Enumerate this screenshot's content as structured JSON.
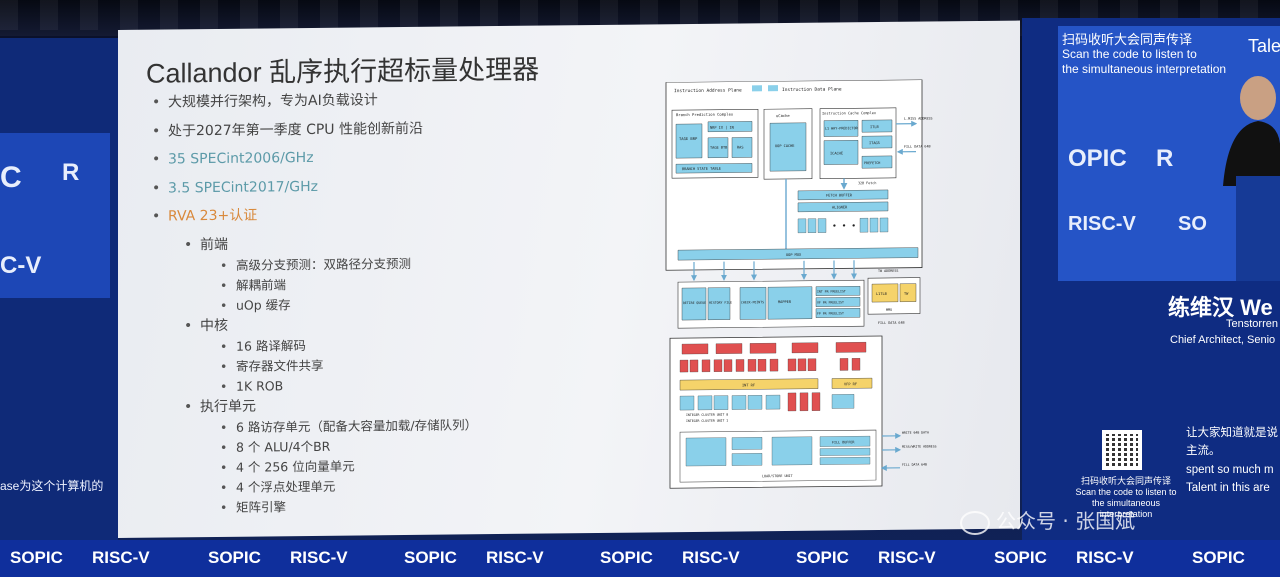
{
  "slide": {
    "title": "Callandor 乱序执行超标量处理器",
    "bullets": [
      {
        "text": "大规模并行架构，专为AI负载设计",
        "style": "normal"
      },
      {
        "text": "处于2027年第一季度 CPU 性能创新前沿",
        "style": "normal"
      },
      {
        "text": "35 SPECint2006/GHz",
        "style": "teal"
      },
      {
        "text": "3.5 SPECint2017/GHz",
        "style": "teal"
      },
      {
        "text": "RVA 23+认证",
        "style": "orange"
      }
    ],
    "sections": [
      {
        "heading": "前端",
        "items": [
          "高级分支预测：双路径分支预测",
          "解耦前端",
          "uOp 缓存"
        ]
      },
      {
        "heading": "中核",
        "items": [
          "16 路译解码",
          "寄存器文件共享",
          "1K ROB"
        ]
      },
      {
        "heading": "执行单元",
        "items": [
          "6 路访存单元（配备大容量加载/存储队列）",
          "8 个 ALU/4个BR",
          "4 个 256 位向量单元",
          "4 个浮点处理单元",
          "矩阵引擎"
        ]
      }
    ],
    "diagram": {
      "labels": {
        "inst_addr_plane": "Instruction Address Plane",
        "inst_data_plane": "Instruction Data Plane",
        "bp_complex": "Branch Prediction Complex",
        "tage": "TAGE BRP",
        "nrp": "NRP IX | IN",
        "tage_btb": "TAGE BTB",
        "ras": "RAS",
        "bst": "BRANCH STATE TABLE",
        "ucache": "uCache",
        "uop_cache": "UOP CACHE",
        "ic_complex": "Instruction Cache Complex",
        "l1_predictor": "L1 WAY-PREDICTOR",
        "itlb": "ITLB",
        "icache": "ICACHE",
        "itags": "ITAGS",
        "prefetch": "PREFETCH",
        "miss_address": "L.MISS ADDRESS",
        "fill_data": "FILL DATA 64B",
        "fetch_32b": "32B Fetch",
        "fetch_buffer": "FETCH BUFFER",
        "aligner": "ALIGNER",
        "uop_mux": "UOP MUX",
        "retire_queue": "RETIRE QUEUE",
        "history_file": "HISTORY FILE",
        "checkpoints": "CHECK-POINTS",
        "mapper": "MAPPER",
        "int_freelist": "INT PR FREELIST",
        "vf_freelist": "VF PR FREELIST",
        "fp_freelist": "FP PR FREELIST",
        "l1tlb": "L1TLB",
        "tw": "TW",
        "mmu": "MMU",
        "tw_address": "TW ADDRESS",
        "fill_64b": "FILL DATA 64B",
        "int_rf": "INT RF",
        "vfp_rf": "VFP RF",
        "int_cluster0": "INTEGER CLUSTER UNIT 0",
        "int_cluster1": "INTEGER CLUSTER UNIT 1",
        "fill_buffer": "FILL BUFFER",
        "lsu": "LOAD/STORE UNIT",
        "write_data": "WRITE 64B DATA",
        "miss_write": "MISS/WRITE ADDRESS"
      }
    }
  },
  "left_screen": {
    "subtitle": "ase为这个计算机的"
  },
  "right_screen": {
    "scan_zh": "扫码收听大会同声传译",
    "scan_en_1": "Scan the code to listen to",
    "scan_en_2": "the simultaneous interpretation",
    "tale": "Tale",
    "speaker_name": "练维汉 We",
    "speaker_org": "Tenstorren",
    "speaker_role": "Chief Architect,  Senio",
    "scan_bottom_zh": "扫码收听大会同声传译",
    "scan_bottom_en_1": "Scan the code to listen to",
    "scan_bottom_en_2": "the simultaneous interpretation",
    "subtitle_lines": [
      "让大家知道就是说",
      "主流。",
      "spent so much m",
      "Talent in this are"
    ]
  },
  "banner": {
    "items": [
      "SOPIC",
      "RISC-V",
      "SOPIC",
      "RISC-V",
      "SOPIC",
      "RISC-V",
      "SOPIC",
      "RISC-V",
      "SOPIC",
      "RISC-V",
      "SOPIC",
      "RISC-V",
      "SOPIC"
    ]
  },
  "watermark": "公众号 · 张国斌",
  "colors": {
    "slide_bg": "#eef0f4",
    "teal": "#5c9aa8",
    "orange": "#d9893c",
    "screen_blue": "#1d47b6",
    "diagram_blue": "#8ad0ea",
    "diagram_red": "#e05050"
  }
}
